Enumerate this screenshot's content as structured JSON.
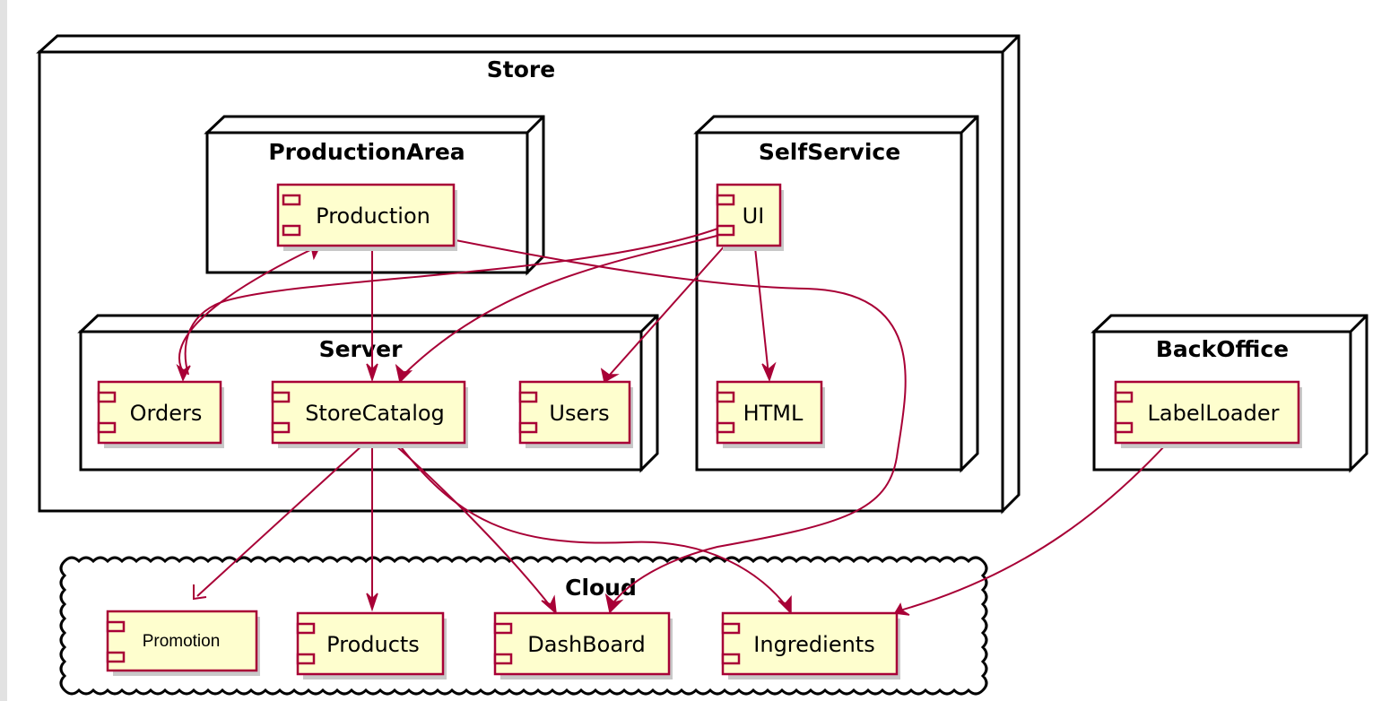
{
  "nodes": {
    "store": "Store",
    "production_area": "ProductionArea",
    "self_service": "SelfService",
    "server": "Server",
    "back_office": "BackOffice",
    "cloud": "Cloud"
  },
  "components": {
    "production": "Production",
    "ui": "UI",
    "orders": "Orders",
    "store_catalog": "StoreCatalog",
    "users": "Users",
    "html": "HTML",
    "label_loader": "LabelLoader",
    "promotion": "Promotion",
    "products": "Products",
    "dashboard": "DashBoard",
    "ingredients": "Ingredients"
  },
  "colors": {
    "component_fill": "#fefece",
    "component_border": "#a80036",
    "edge": "#a80036"
  }
}
